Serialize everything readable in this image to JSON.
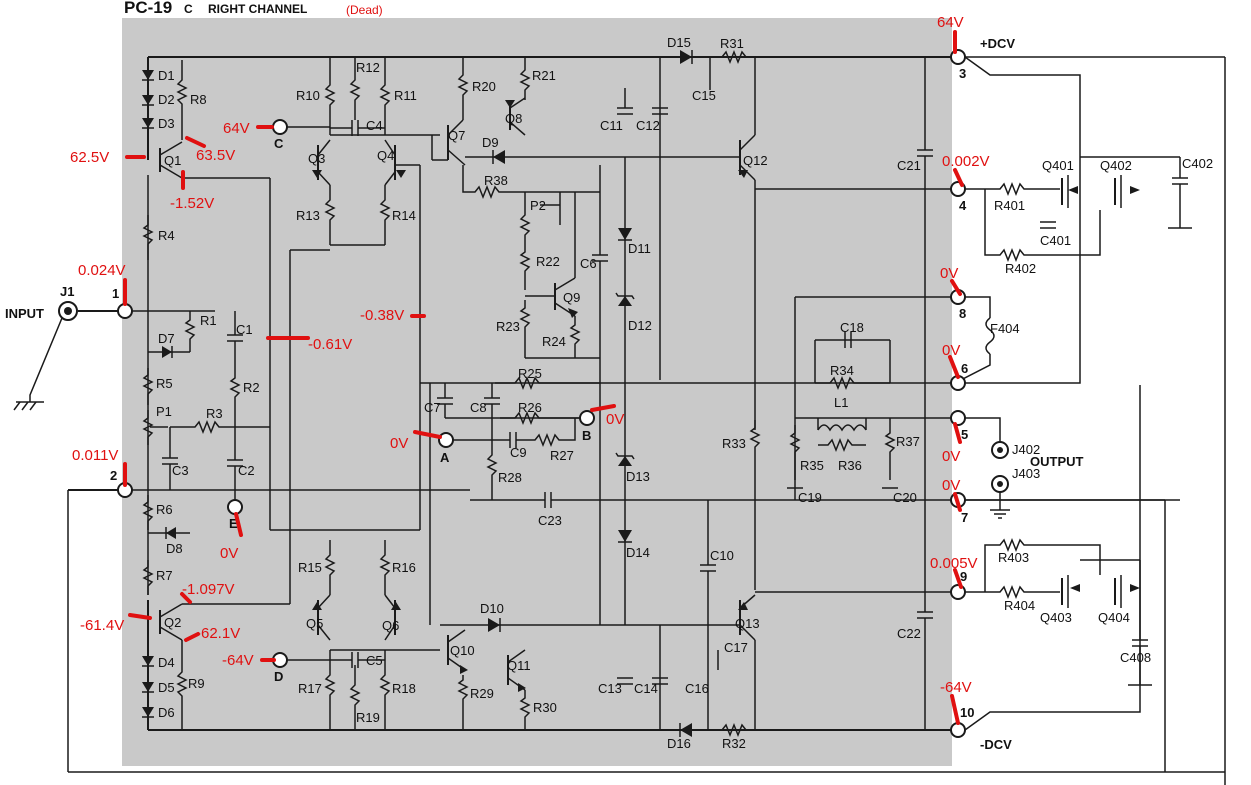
{
  "title": {
    "model": "PC-19",
    "suffix": "C",
    "channel": "RIGHT CHANNEL",
    "note": "(Dead)"
  },
  "rails": {
    "positive": "+DCV",
    "negative": "-DCV"
  },
  "io": {
    "input": "INPUT",
    "output": "OUTPUT"
  },
  "terminals": [
    "1",
    "2",
    "3",
    "4",
    "5",
    "6",
    "7",
    "8",
    "9",
    "10",
    "A",
    "B",
    "C",
    "D",
    "E"
  ],
  "components": {
    "diodes": [
      "D1",
      "D2",
      "D3",
      "D4",
      "D5",
      "D6",
      "D7",
      "D8",
      "D9",
      "D10",
      "D11",
      "D12",
      "D13",
      "D14",
      "D15",
      "D16"
    ],
    "resistors": [
      "R1",
      "R2",
      "R3",
      "R4",
      "R5",
      "R6",
      "R7",
      "R8",
      "R9",
      "R10",
      "R11",
      "R12",
      "R13",
      "R14",
      "R15",
      "R16",
      "R17",
      "R18",
      "R19",
      "R20",
      "R21",
      "R22",
      "R23",
      "R24",
      "R25",
      "R26",
      "R27",
      "R28",
      "R29",
      "R30",
      "R31",
      "R32",
      "R33",
      "R34",
      "R35",
      "R36",
      "R37",
      "R38",
      "R401",
      "R402",
      "R403",
      "R404"
    ],
    "capacitors": [
      "C1",
      "C2",
      "C3",
      "C4",
      "C5",
      "C6",
      "C7",
      "C8",
      "C9",
      "C10",
      "C11",
      "C12",
      "C13",
      "C14",
      "C15",
      "C16",
      "C17",
      "C18",
      "C19",
      "C20",
      "C21",
      "C22",
      "C23",
      "C401",
      "C402",
      "C408"
    ],
    "transistors": [
      "Q1",
      "Q2",
      "Q3",
      "Q4",
      "Q5",
      "Q6",
      "Q7",
      "Q8",
      "Q9",
      "Q10",
      "Q11",
      "Q12",
      "Q13",
      "Q401",
      "Q402",
      "Q403",
      "Q404"
    ],
    "other": [
      "P1",
      "P2",
      "L1",
      "F404",
      "J1",
      "J402",
      "J403"
    ]
  },
  "measurements": {
    "pin3": "64V",
    "c_node": "64V",
    "q1_emitter": "63.5V",
    "q1_base": "62.5V",
    "q1_collector": "-1.52V",
    "pin4": "0.002V",
    "pin1": "0.024V",
    "mid_node_1": "-0.38V",
    "mid_node_2": "-0.61V",
    "pin8": "0V",
    "pin6": "0V",
    "node_b": "0V",
    "node_a": "0V",
    "pin2": "0.011V",
    "pin5": "0V",
    "pin7": "0V",
    "node_e": "0V",
    "pin9": "0.005V",
    "q2_collector": "-1.097V",
    "q2_base": "-61.4V",
    "q2_emitter": "-62.1V",
    "d_node": "-64V",
    "pin10": "-64V"
  }
}
